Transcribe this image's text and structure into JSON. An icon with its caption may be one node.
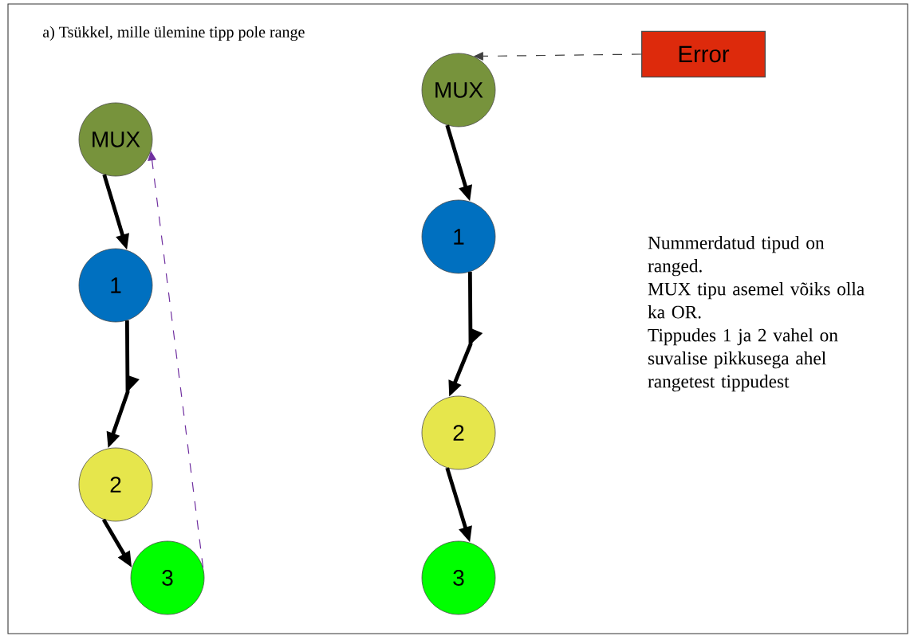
{
  "diagram": {
    "title": "a) Tsükkel, mille ülemine tipp pole range",
    "nodes": [
      {
        "text": [
          "MUX"
        ]
      },
      {
        "text": [
          "1"
        ]
      },
      {
        "text": [
          "2"
        ]
      },
      {
        "text": [
          "3"
        ]
      },
      {
        "text": [
          "MUX"
        ]
      },
      {
        "text": [
          "1"
        ]
      },
      {
        "text": [
          "2"
        ]
      },
      {
        "text": [
          "3"
        ]
      },
      {
        "text": [
          "Error"
        ]
      }
    ],
    "edges": [
      {
        "from": 0,
        "to": 1,
        "arrow": "to"
      },
      {
        "from": 1,
        "to": 2,
        "arrow": "to"
      },
      {
        "from": 2,
        "to": 3,
        "arrow": "to"
      },
      {
        "from": 3,
        "to": 0,
        "arrow": "to",
        "style": "dashed",
        "color": "#7030a0"
      },
      {
        "from": 4,
        "to": 5,
        "arrow": "to"
      },
      {
        "from": 5,
        "to": 6,
        "arrow": "to"
      },
      {
        "from": 6,
        "to": 7,
        "arrow": "to"
      },
      {
        "from": 8,
        "to": 4,
        "arrow": "to",
        "style": "dashed",
        "color": "#404040"
      }
    ],
    "labels": [
      "Nummerdatud tipud on ranged.",
      "MUX tipu asemel võiks olla ka OR.",
      "Tippudes 1 ja 2 vahel on suvalise pikkusega ahel rangetest tippudest"
    ]
  }
}
